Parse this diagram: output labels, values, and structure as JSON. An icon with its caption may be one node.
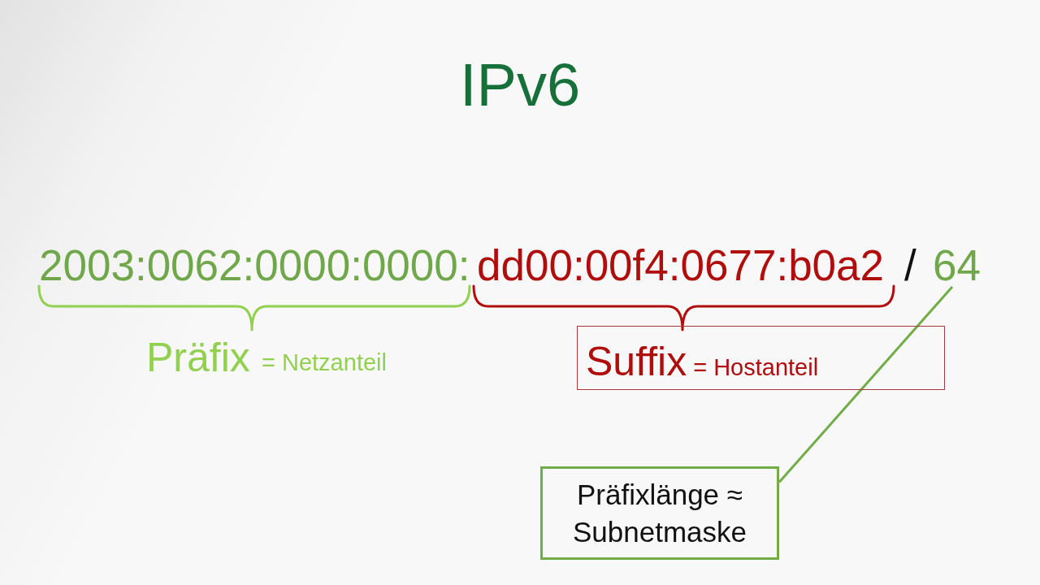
{
  "diagram": {
    "title": "IPv6",
    "nodes": [
      {
        "text": [
          "64"
        ]
      },
      {
        "text": [
          "Suffix",
          "= Hostanteil"
        ]
      },
      {
        "text": [
          "Präfixlänge ≈ Subnetmaske"
        ]
      }
    ],
    "edges": [
      {
        "from": 2,
        "to": 0,
        "arrow": "none"
      }
    ],
    "labels": [
      "2003:0062:0000:0000:",
      "dd00:00f4:0677:b0a2",
      "/",
      "Präfix",
      "= Netzanteil"
    ]
  }
}
